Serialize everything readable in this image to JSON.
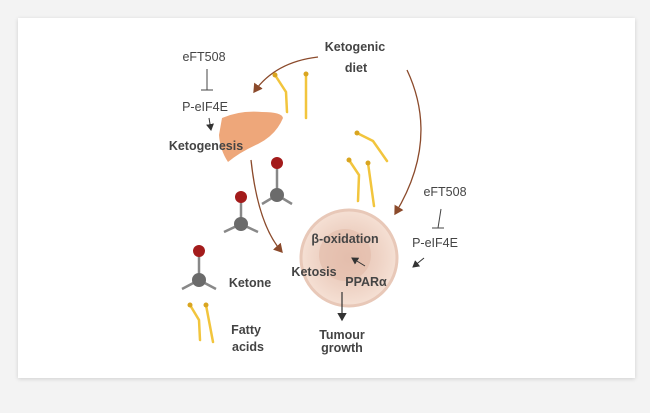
{
  "labels": {
    "diet": "Ketogenic",
    "diet2": "diet",
    "drug_left": "eFT508",
    "target_left": "P-eIF4E",
    "ketogenesis": "Ketogenesis",
    "drug_right": "eFT508",
    "target_right": "P-eIF4E",
    "beta_oxidation": "β-oxidation",
    "ketosis": "Ketosis",
    "ppar": "PPARα",
    "outcome": "Tumour",
    "outcome2": "growth"
  },
  "legend": {
    "ketone": "Ketone",
    "fatty1": "Fatty",
    "fatty2": "acids"
  },
  "colors": {
    "arrow": "#8b4a2b",
    "fatty": "#f2c53d",
    "ketone_o": "#a31b1b",
    "ketone_c": "#6b6b6b",
    "liver": "#eea77a",
    "cell": "#f0d2c2"
  }
}
